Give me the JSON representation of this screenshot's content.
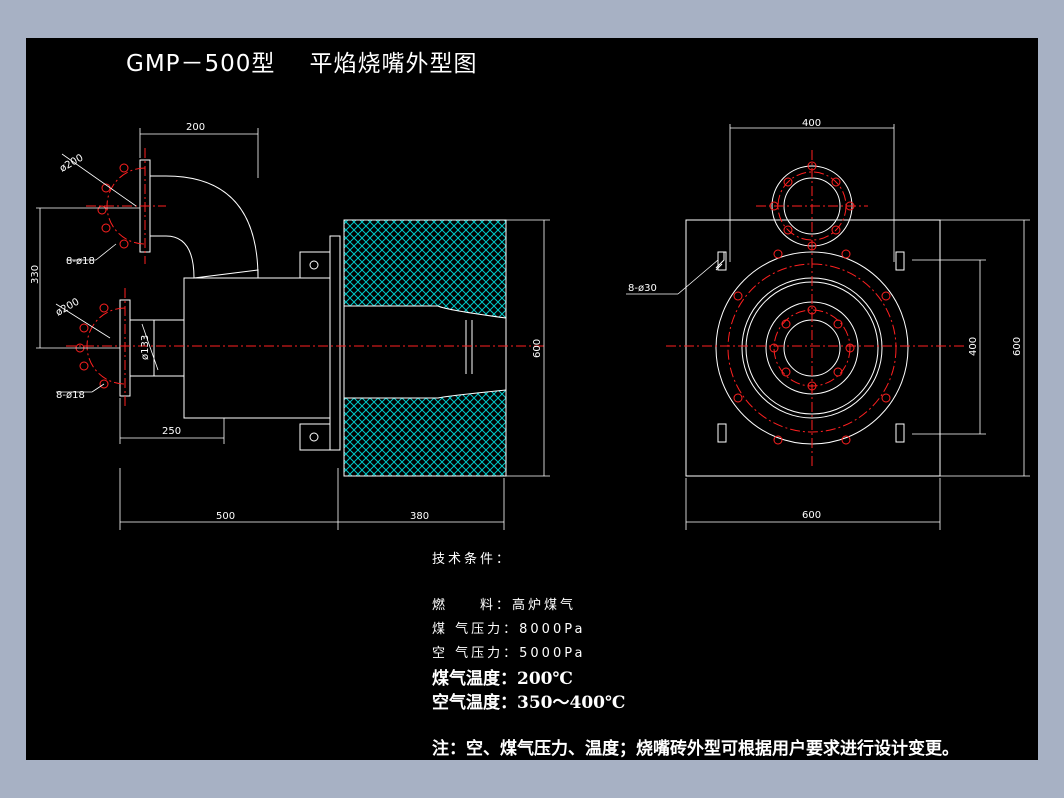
{
  "title": {
    "model": "GMP－500型",
    "name": "平焰烧嘴外型图"
  },
  "dimensions": {
    "side_top_width": "200",
    "side_flange_dia_top": "ø200",
    "side_height": "330",
    "side_bolts_top": "8-ø18",
    "side_flange_dia_bottom": "ø200",
    "side_pipe_dia": "ø133",
    "side_bolts_bottom": "8-ø18",
    "side_inner_len": "250",
    "side_burner_height": "600",
    "side_total_len": "500",
    "side_tile_len": "380",
    "front_top_width": "400",
    "front_bolts": "8-ø30",
    "front_inner_height": "400",
    "front_height": "600",
    "front_width": "600"
  },
  "notes": {
    "heading": "技术条件：",
    "fuel": "燃　　料：高炉煤气",
    "gas_pressure": "煤 气压力：8000Pa",
    "air_pressure": "空 气压力：5000Pa",
    "gas_temp": "煤气温度：200℃",
    "air_temp": "空气温度：350～400℃",
    "remark": "注：空、煤气压力、温度；烧嘴砖外型可根据用户要求进行设计变更。"
  },
  "colors": {
    "background": "#000000",
    "frame": "#a7b1c4",
    "line": "#ffffff",
    "center": "#ff2020",
    "hatch": "#00c8c8"
  }
}
